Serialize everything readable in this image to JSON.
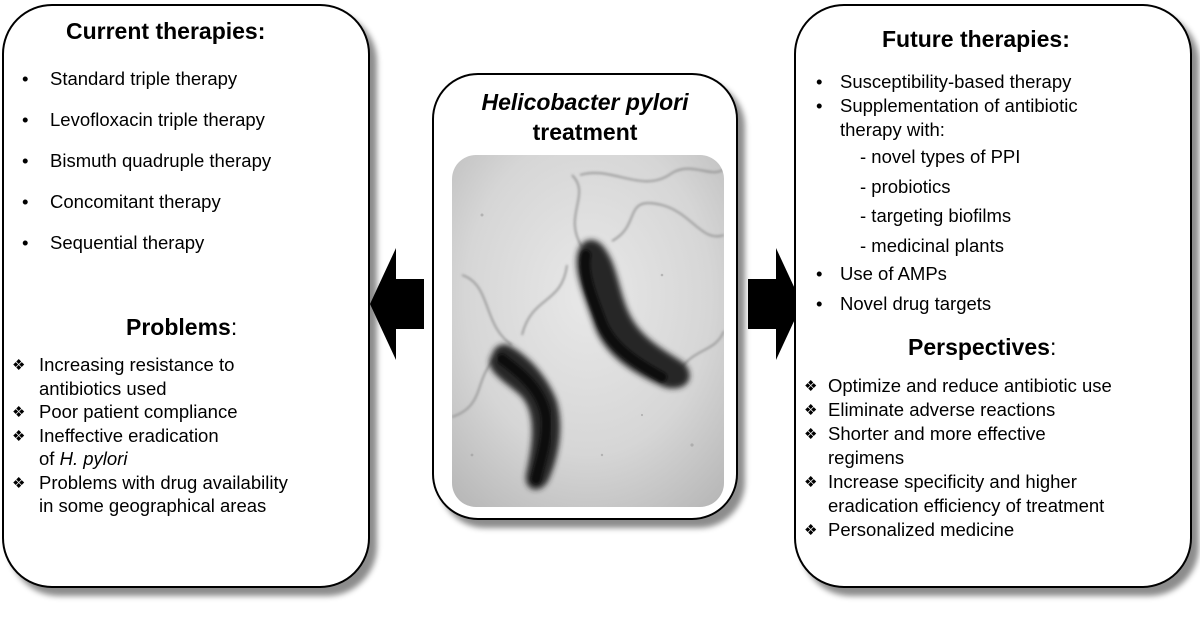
{
  "current_therapies": {
    "heading": "Current therapies:",
    "items": [
      "Standard triple therapy",
      "Levofloxacin triple therapy",
      "Bismuth quadruple therapy",
      "Concomitant therapy",
      "Sequential therapy"
    ]
  },
  "problems": {
    "heading": "Problems",
    "colon": ":",
    "items": [
      {
        "line1": "Increasing resistance to",
        "line2": "antibiotics used"
      },
      {
        "line1": "Poor patient compliance",
        "line2": ""
      },
      {
        "line1": "Ineffective eradication",
        "line2_prefix": "of ",
        "line2_italic": "H. pylori"
      },
      {
        "line1": "Problems with drug availability",
        "line2": "in some geographical areas"
      }
    ]
  },
  "center": {
    "title_italic": "Helicobacter pylori",
    "title_rest": "treatment"
  },
  "future_therapies": {
    "heading": "Future therapies:",
    "item1": "Susceptibility-based therapy",
    "item2_line1": "Supplementation of antibiotic",
    "item2_line2": "therapy with:",
    "subitems": [
      "- novel types of PPI",
      "- probiotics",
      "- targeting biofilms",
      "- medicinal plants"
    ],
    "item3": "Use of AMPs",
    "item4": "Novel drug targets"
  },
  "perspectives": {
    "heading": "Perspectives",
    "colon": ":",
    "items": [
      {
        "line1": "Optimize and reduce antibiotic use",
        "line2": ""
      },
      {
        "line1": "Eliminate adverse reactions",
        "line2": ""
      },
      {
        "line1": "Shorter and more effective",
        "line2": "regimens"
      },
      {
        "line1": "Increase specificity and higher",
        "line2": "eradication efficiency of treatment"
      },
      {
        "line1": "Personalized medicine",
        "line2": ""
      }
    ]
  },
  "glyphs": {
    "bullet": "•",
    "diamond": "❖"
  }
}
